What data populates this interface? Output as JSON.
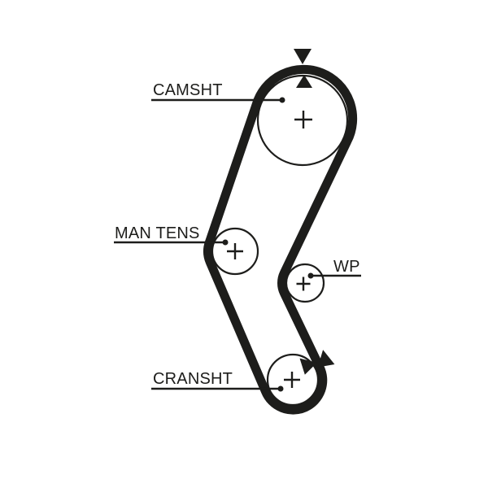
{
  "diagram": {
    "type": "timing-belt-routing",
    "colors": {
      "background": "#ffffff",
      "ink": "#1d1d1b"
    },
    "labels": {
      "camshaft": "CAMSHT",
      "manual_tensioner": "MAN TENS",
      "water_pump": "WP",
      "crankshaft": "CRANSHT"
    },
    "timing_marks": {
      "camshaft": [
        "down-arrow",
        "up-arrow"
      ],
      "crankshaft": [
        "down-arrow",
        "up-arrow"
      ]
    }
  }
}
